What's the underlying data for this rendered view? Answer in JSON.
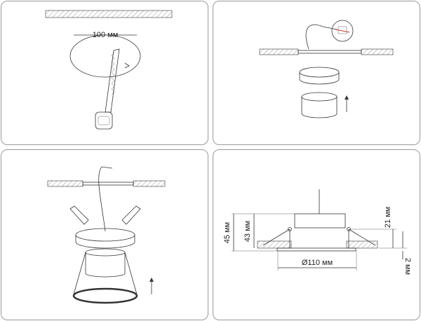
{
  "labels": {
    "cut_diameter": "100 мм",
    "outer_diameter": "Ø110 мм",
    "total_height": "45 мм",
    "body_height": "43 мм",
    "clip_height": "21 мм",
    "rim_thickness": "2 мм"
  },
  "colors": {
    "line": "#333333",
    "panel_border": "#9a9a9a",
    "wire_accent": "#c0392b"
  }
}
